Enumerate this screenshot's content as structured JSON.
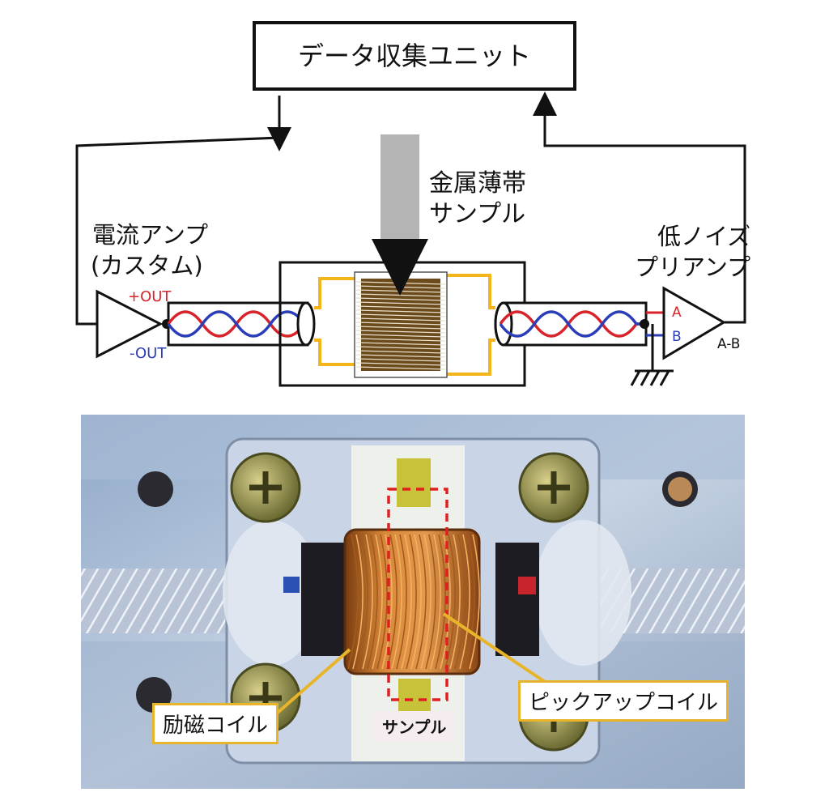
{
  "diagram": {
    "daq_unit": "データ収集ユニット",
    "sample_line1": "金属薄帯",
    "sample_line2": "サンプル",
    "current_amp_line1": "電流アンプ",
    "current_amp_line2": "(カスタム)",
    "plus_out": "+OUT",
    "minus_out": "-OUT",
    "preamp_line1": "低ノイズ",
    "preamp_line2": "プリアンプ",
    "input_a": "A",
    "input_b": "B",
    "output_ab": "A-B"
  },
  "photo": {
    "excitation_coil": "励磁コイル",
    "sample": "サンプル",
    "pickup_coil": "ピックアップコイル"
  },
  "colors": {
    "red_wire": "#d8232a",
    "blue_wire": "#2a3eb8",
    "yellow_wire": "#f2b61c",
    "coil_brown": "#6b4a1c",
    "copper": "#c97a2a",
    "callout_border": "#e8b52a"
  }
}
